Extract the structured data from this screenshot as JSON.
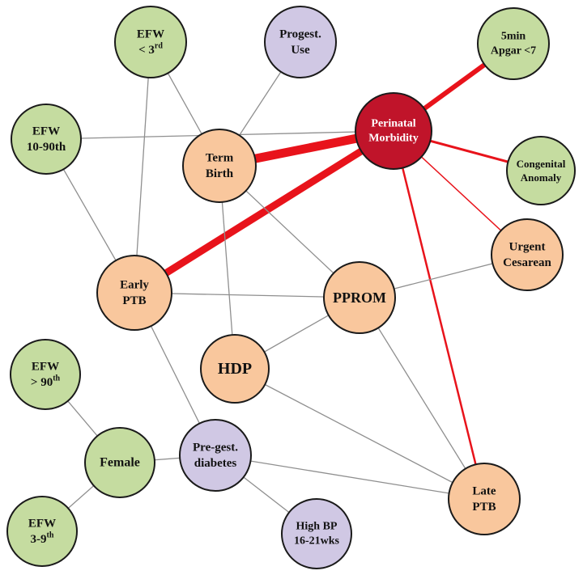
{
  "colors": {
    "green": "#c5dca0",
    "purple": "#d0c8e4",
    "peach": "#f9c79d",
    "dark_red": "#c0142a",
    "red_edge": "#e8131b",
    "grey_edge": "#8f8f8f"
  },
  "nodes": [
    {
      "id": "efw-lt-3rd",
      "lines": [
        "EFW",
        "< 3rd"
      ],
      "sup": "rd",
      "category": "green"
    },
    {
      "id": "progest-use",
      "lines": [
        "Progest.",
        "Use"
      ],
      "category": "purple"
    },
    {
      "id": "5min-apgar",
      "lines": [
        "5min",
        "Apgar <7"
      ],
      "category": "green"
    },
    {
      "id": "efw-10-90th",
      "lines": [
        "EFW",
        "10-90th"
      ],
      "category": "green"
    },
    {
      "id": "perinatal-morbidity",
      "lines": [
        "Perinatal",
        "Morbidity"
      ],
      "category": "dark_red"
    },
    {
      "id": "term-birth",
      "lines": [
        "Term",
        "Birth"
      ],
      "category": "peach"
    },
    {
      "id": "congenital-anomaly",
      "lines": [
        "Congenital",
        "Anomaly"
      ],
      "category": "green"
    },
    {
      "id": "urgent-cesarean",
      "lines": [
        "Urgent",
        "Cesarean"
      ],
      "category": "peach"
    },
    {
      "id": "early-ptb",
      "lines": [
        "Early",
        "PTB"
      ],
      "category": "peach"
    },
    {
      "id": "pprom",
      "lines": [
        "PPROM"
      ],
      "category": "peach"
    },
    {
      "id": "hdp",
      "lines": [
        "HDP"
      ],
      "category": "peach"
    },
    {
      "id": "efw-gt-90th",
      "lines": [
        "EFW",
        "> 90th"
      ],
      "sup": "th",
      "category": "green"
    },
    {
      "id": "female",
      "lines": [
        "Female"
      ],
      "category": "green"
    },
    {
      "id": "pre-gest-diabetes",
      "lines": [
        "Pre-gest.",
        "diabetes"
      ],
      "category": "purple"
    },
    {
      "id": "late-ptb",
      "lines": [
        "Late",
        "PTB"
      ],
      "category": "peach"
    },
    {
      "id": "efw-3-9th",
      "lines": [
        "EFW",
        "3-9th"
      ],
      "sup": "th",
      "category": "green"
    },
    {
      "id": "high-bp",
      "lines": [
        "High BP",
        "16-21wks"
      ],
      "category": "purple"
    }
  ],
  "edges": [
    {
      "from": "perinatal-morbidity",
      "to": "term-birth",
      "color": "red",
      "weight": 11
    },
    {
      "from": "perinatal-morbidity",
      "to": "early-ptb",
      "color": "red",
      "weight": 9
    },
    {
      "from": "perinatal-morbidity",
      "to": "5min-apgar",
      "color": "red",
      "weight": 6
    },
    {
      "from": "perinatal-morbidity",
      "to": "congenital-anomaly",
      "color": "red",
      "weight": 3
    },
    {
      "from": "perinatal-morbidity",
      "to": "urgent-cesarean",
      "color": "red",
      "weight": 1.5
    },
    {
      "from": "perinatal-morbidity",
      "to": "late-ptb",
      "color": "red",
      "weight": 2.5
    },
    {
      "from": "efw-10-90th",
      "to": "perinatal-morbidity",
      "color": "grey",
      "weight": 1.3
    },
    {
      "from": "efw-10-90th",
      "to": "early-ptb",
      "color": "grey",
      "weight": 1.3
    },
    {
      "from": "efw-lt-3rd",
      "to": "early-ptb",
      "color": "grey",
      "weight": 1.3
    },
    {
      "from": "efw-lt-3rd",
      "to": "term-birth",
      "color": "grey",
      "weight": 1.3
    },
    {
      "from": "progest-use",
      "to": "term-birth",
      "color": "grey",
      "weight": 1.3
    },
    {
      "from": "term-birth",
      "to": "hdp",
      "color": "grey",
      "weight": 1.3
    },
    {
      "from": "term-birth",
      "to": "pprom",
      "color": "grey",
      "weight": 1.3
    },
    {
      "from": "early-ptb",
      "to": "pprom",
      "color": "grey",
      "weight": 1.3
    },
    {
      "from": "early-ptb",
      "to": "pre-gest-diabetes",
      "color": "grey",
      "weight": 1.3
    },
    {
      "from": "pprom",
      "to": "urgent-cesarean",
      "color": "grey",
      "weight": 1.3
    },
    {
      "from": "pprom",
      "to": "hdp",
      "color": "grey",
      "weight": 1.3
    },
    {
      "from": "pprom",
      "to": "late-ptb",
      "color": "grey",
      "weight": 1.3
    },
    {
      "from": "hdp",
      "to": "late-ptb",
      "color": "grey",
      "weight": 1.3
    },
    {
      "from": "efw-gt-90th",
      "to": "female",
      "color": "grey",
      "weight": 1.3
    },
    {
      "from": "female",
      "to": "efw-3-9th",
      "color": "grey",
      "weight": 1.3
    },
    {
      "from": "female",
      "to": "pre-gest-diabetes",
      "color": "grey",
      "weight": 1.3
    },
    {
      "from": "pre-gest-diabetes",
      "to": "late-ptb",
      "color": "grey",
      "weight": 1.3
    },
    {
      "from": "pre-gest-diabetes",
      "to": "high-bp",
      "color": "grey",
      "weight": 1.3
    }
  ]
}
